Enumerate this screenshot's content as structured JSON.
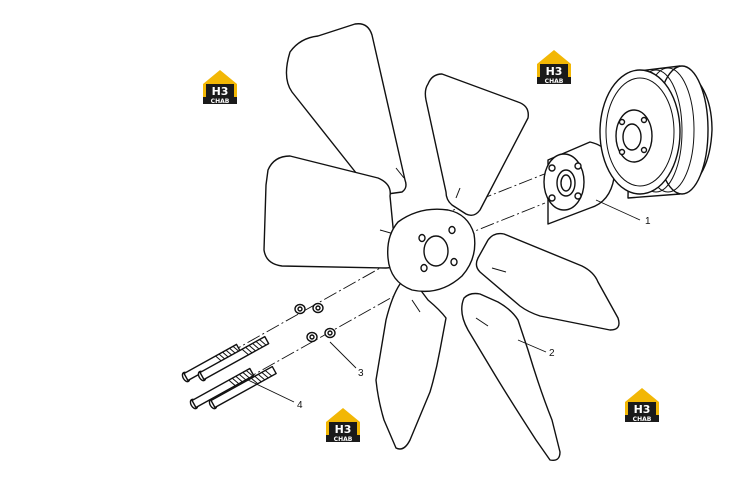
{
  "callouts": {
    "c1": "1",
    "c2": "2",
    "c3": "3",
    "c4": "4"
  },
  "watermark": {
    "mark": "H3",
    "brand": "CHAB",
    "colors": {
      "roof": "#f2b705",
      "plate": "#1a1a1a",
      "text": "#ffffff"
    }
  },
  "colors": {
    "line": "#111111",
    "background": "#ffffff"
  }
}
